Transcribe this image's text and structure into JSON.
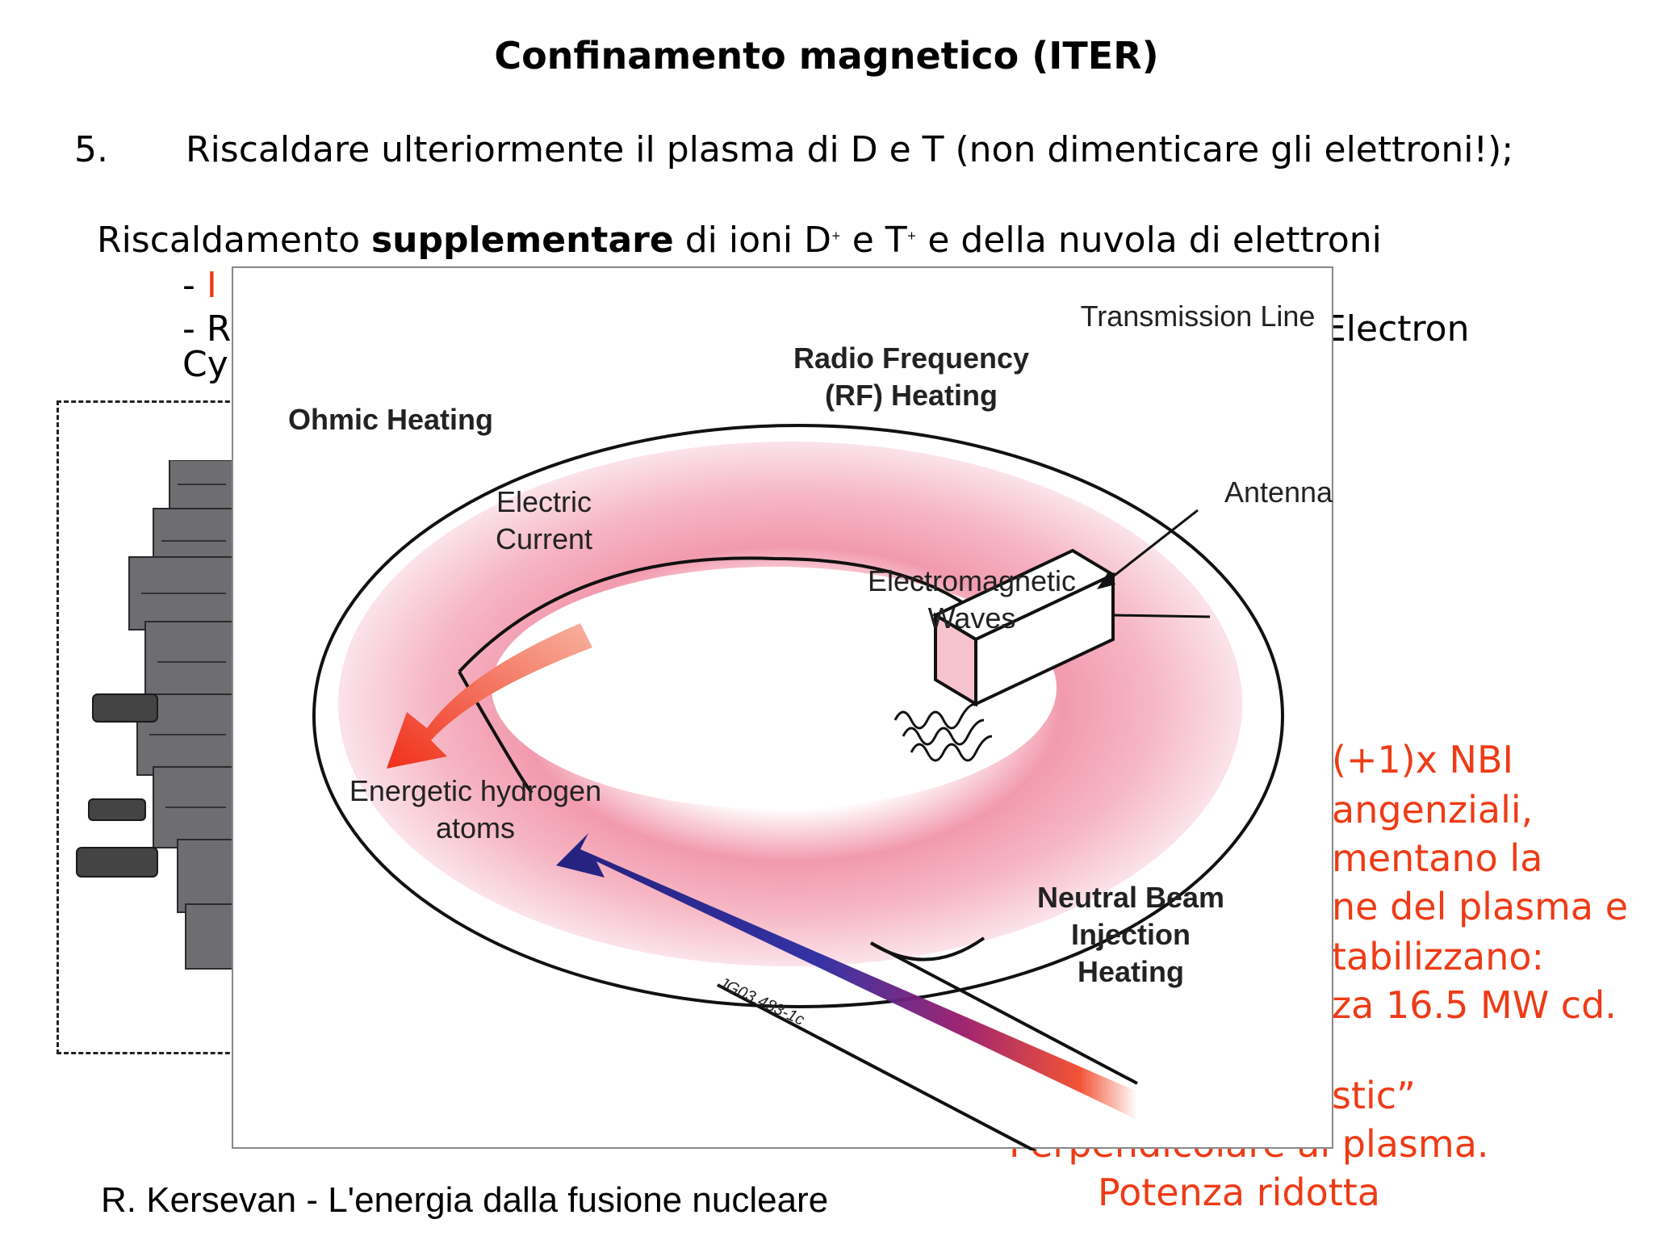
{
  "slide": {
    "title": "Confinamento magnetico (ITER)",
    "item5_number": "5.",
    "item5_text": "Riscaldare ulteriormente il plasma di D e T (non dimenticare gli elettroni!);",
    "heating_line": {
      "prefix": "Riscaldamento",
      "bold_word": "supplementare",
      "middle": "di ioni D",
      "ion_charge": "+",
      "middle2": "e T",
      "suffix": "e della nuvola di elettroni"
    },
    "bullet1_dash": "-",
    "bullet1_visible": "I",
    "bullet2_visible": "- R",
    "bullet2_right": "Electron",
    "bullet3_visible": "Cy",
    "footer": "R. Kersevan - L'energia dalla fusione nucleare"
  },
  "right_notes": {
    "lines": [
      "(+1)x NBI",
      "angenziali,",
      "mentano la",
      "ne del plasma e",
      "tabilizzano:",
      "za 16.5 MW cd.",
      "stic”",
      "Perpendicolare al plasma.",
      "Potenza ridotta"
    ]
  },
  "diagram": {
    "transmission_line": "Transmission Line",
    "rf_heating_line1": "Radio Frequency",
    "rf_heating_line2": "(RF) Heating",
    "ohmic_heating": "Ohmic Heating",
    "antenna": "Antenna",
    "electric_current_line1": "Electric",
    "electric_current_line2": "Current",
    "em_waves_line1": "Electromagnetic",
    "em_waves_line2": "Waves",
    "energetic_h_line1": "Energetic hydrogen",
    "energetic_h_line2": "atoms",
    "nbi_line1": "Neutral Beam",
    "nbi_line2": "Injection",
    "nbi_line3": "Heating",
    "figure_code": "JG03.483-1c"
  },
  "colors": {
    "accent_red": "#ee3b16",
    "plasma_pink": "#f4a6b6",
    "beam_blue": "#1a1a7a"
  }
}
